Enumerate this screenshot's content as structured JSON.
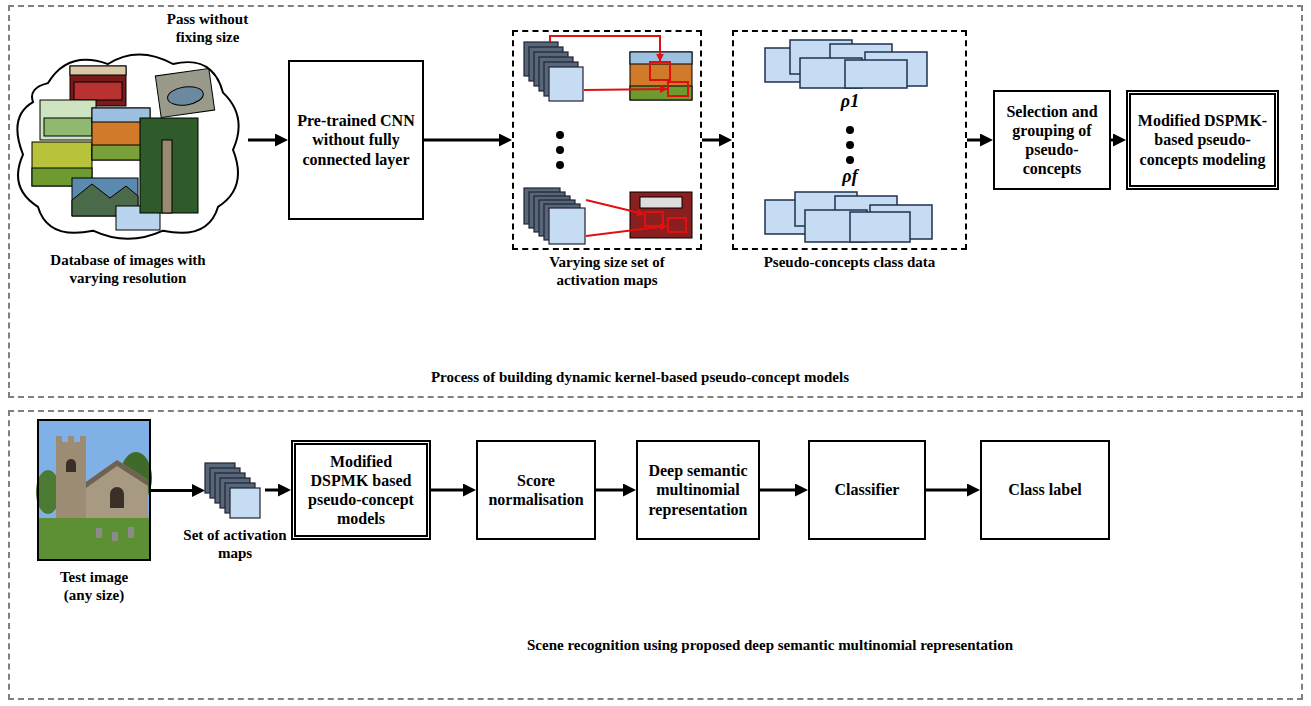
{
  "diagram": {
    "nodes": [
      {
        "text": [
          "Process of building dynamic kernel-based pseudo-concept models"
        ]
      },
      {
        "text": [
          "Database of images with varying resolution"
        ],
        "in": 0
      },
      {
        "text": [
          "Pre-trained CNN without fully connected layer"
        ],
        "in": 0
      },
      {
        "text": [
          "Varying size set of activation maps"
        ],
        "in": 0
      },
      {
        "text": [
          "Pseudo-concepts class data",
          "ρ1",
          "ρf"
        ],
        "in": 0
      },
      {
        "text": [
          "Selection and grouping of pseudo-concepts"
        ],
        "in": 0
      },
      {
        "text": [
          "Modified DSPMK-based pseudo-concepts modeling"
        ],
        "in": 0
      },
      {
        "text": [
          "Scene recognition using proposed deep semantic multinomial representation"
        ]
      },
      {
        "text": [
          "Test image (any size)"
        ],
        "in": 7
      },
      {
        "text": [
          "Set of activation maps"
        ],
        "in": 7
      },
      {
        "text": [
          "Modified DSPMK based pseudo-concept models"
        ],
        "in": 7
      },
      {
        "text": [
          "Score normalisation"
        ],
        "in": 7
      },
      {
        "text": [
          "Deep semantic multinomial representation"
        ],
        "in": 7
      },
      {
        "text": [
          "Classifier"
        ],
        "in": 7
      },
      {
        "text": [
          "Class label"
        ],
        "in": 7
      }
    ],
    "edges": [
      {
        "from": 1,
        "to": 2,
        "label": "Pass without fixing size",
        "arrow": "to"
      },
      {
        "from": 2,
        "to": 3,
        "arrow": "to"
      },
      {
        "from": 3,
        "to": 4,
        "arrow": "to"
      },
      {
        "from": 4,
        "to": 5,
        "arrow": "to"
      },
      {
        "from": 5,
        "to": 6,
        "arrow": "to"
      },
      {
        "from": 8,
        "to": 9,
        "arrow": "to"
      },
      {
        "from": 9,
        "to": 10,
        "arrow": "to"
      },
      {
        "from": 10,
        "to": 11,
        "arrow": "to"
      },
      {
        "from": 11,
        "to": 12,
        "arrow": "to"
      },
      {
        "from": 12,
        "to": 13,
        "arrow": "to"
      },
      {
        "from": 13,
        "to": 14,
        "arrow": "to"
      }
    ]
  }
}
